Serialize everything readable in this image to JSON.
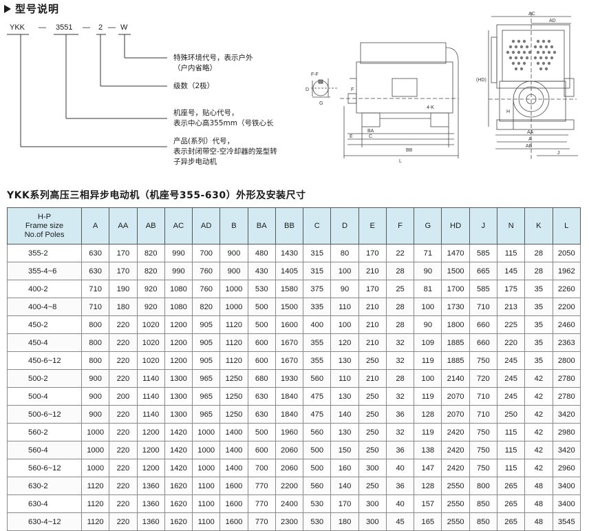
{
  "section_title": "型号说明",
  "model_code": {
    "part1": "YKK",
    "sep1": "—",
    "part2": "3551",
    "sep2": "—",
    "part3": "2",
    "sep3": "—",
    "part4": "W"
  },
  "explanations": {
    "w_line1": "特殊环境代号，表示户外",
    "w_line2": "（户内省略）",
    "poles": "级数（2极）",
    "frame_line1": "机座号，贴心代号，",
    "frame_line2": "表示中心高355mm（号铁心长",
    "product_line1": "产品(系列）代号，",
    "product_line2": "表示封闭带空-空冷却器的笼型转",
    "product_line3": "子异步电动机"
  },
  "drawing_labels": {
    "ac": "AC",
    "ad": "AD",
    "hd": "(HD)",
    "h": "H",
    "l": "L",
    "bb": "BB",
    "ba": "BA",
    "a": "A",
    "aa": "AA",
    "ab": "AB",
    "j": "J",
    "c": "C",
    "e": "E",
    "d": "D",
    "f": "F",
    "g": "G",
    "fp": "F-F",
    "four_k": "4-K"
  },
  "table_title": "YKK系列高压三相异步电动机（机座号355-630）外形及安装尺寸",
  "table": {
    "header_first": [
      "H-P",
      "Frame size",
      "No.of Poles"
    ],
    "columns": [
      "A",
      "AA",
      "AB",
      "AC",
      "AD",
      "B",
      "BA",
      "BB",
      "C",
      "D",
      "E",
      "F",
      "G",
      "HD",
      "J",
      "N",
      "K",
      "L"
    ],
    "rows": [
      [
        "355-2",
        "630",
        "170",
        "820",
        "990",
        "700",
        "900",
        "480",
        "1430",
        "315",
        "80",
        "170",
        "22",
        "71",
        "1470",
        "585",
        "115",
        "28",
        "2050"
      ],
      [
        "355-4~6",
        "630",
        "170",
        "820",
        "990",
        "760",
        "900",
        "430",
        "1405",
        "315",
        "100",
        "210",
        "28",
        "90",
        "1500",
        "665",
        "145",
        "28",
        "1962"
      ],
      [
        "400-2",
        "710",
        "190",
        "920",
        "1080",
        "760",
        "1000",
        "530",
        "1580",
        "375",
        "90",
        "170",
        "25",
        "81",
        "1700",
        "585",
        "175",
        "35",
        "2260"
      ],
      [
        "400-4~8",
        "710",
        "180",
        "920",
        "1080",
        "820",
        "1000",
        "500",
        "1500",
        "335",
        "110",
        "210",
        "28",
        "100",
        "1730",
        "710",
        "213",
        "35",
        "2200"
      ],
      [
        "450-2",
        "800",
        "220",
        "1020",
        "1200",
        "905",
        "1120",
        "500",
        "1600",
        "400",
        "100",
        "210",
        "28",
        "90",
        "1800",
        "660",
        "225",
        "35",
        "2460"
      ],
      [
        "450-4",
        "800",
        "220",
        "1020",
        "1200",
        "905",
        "1120",
        "600",
        "1670",
        "355",
        "120",
        "210",
        "32",
        "109",
        "1885",
        "660",
        "220",
        "35",
        "2363"
      ],
      [
        "450-6~12",
        "800",
        "220",
        "1020",
        "1200",
        "905",
        "1120",
        "600",
        "1670",
        "355",
        "130",
        "250",
        "32",
        "119",
        "1885",
        "750",
        "245",
        "35",
        "2800"
      ],
      [
        "500-2",
        "900",
        "220",
        "1140",
        "1300",
        "965",
        "1250",
        "680",
        "1930",
        "560",
        "110",
        "210",
        "28",
        "100",
        "2140",
        "720",
        "245",
        "42",
        "2780"
      ],
      [
        "500-4",
        "900",
        "200",
        "1140",
        "1300",
        "965",
        "1250",
        "630",
        "1840",
        "475",
        "130",
        "250",
        "32",
        "119",
        "2070",
        "710",
        "245",
        "42",
        "2780"
      ],
      [
        "500-6~12",
        "900",
        "220",
        "1140",
        "1300",
        "965",
        "1250",
        "630",
        "1840",
        "475",
        "140",
        "250",
        "36",
        "128",
        "2070",
        "710",
        "250",
        "42",
        "3420"
      ],
      [
        "560-2",
        "1000",
        "220",
        "1200",
        "1420",
        "1000",
        "1400",
        "500",
        "1960",
        "560",
        "130",
        "250",
        "32",
        "119",
        "2420",
        "750",
        "115",
        "42",
        "2980"
      ],
      [
        "560-4",
        "1000",
        "220",
        "1200",
        "1420",
        "1000",
        "1400",
        "600",
        "2060",
        "500",
        "150",
        "250",
        "36",
        "138",
        "2420",
        "750",
        "115",
        "42",
        "3420"
      ],
      [
        "560-6~12",
        "1000",
        "220",
        "1200",
        "1420",
        "1000",
        "1400",
        "700",
        "2060",
        "500",
        "160",
        "300",
        "40",
        "147",
        "2420",
        "750",
        "115",
        "42",
        "2960"
      ],
      [
        "630-2",
        "1120",
        "220",
        "1360",
        "1620",
        "1100",
        "1600",
        "770",
        "2200",
        "560",
        "140",
        "250",
        "36",
        "128",
        "2550",
        "800",
        "265",
        "48",
        "3400"
      ],
      [
        "630-4",
        "1120",
        "220",
        "1360",
        "1620",
        "1100",
        "1600",
        "770",
        "2400",
        "530",
        "170",
        "300",
        "40",
        "157",
        "2550",
        "850",
        "265",
        "48",
        "3400"
      ],
      [
        "630-4~12",
        "1120",
        "220",
        "1360",
        "1620",
        "1100",
        "1600",
        "770",
        "2300",
        "530",
        "180",
        "300",
        "45",
        "165",
        "2550",
        "850",
        "265",
        "48",
        "3545"
      ]
    ]
  }
}
